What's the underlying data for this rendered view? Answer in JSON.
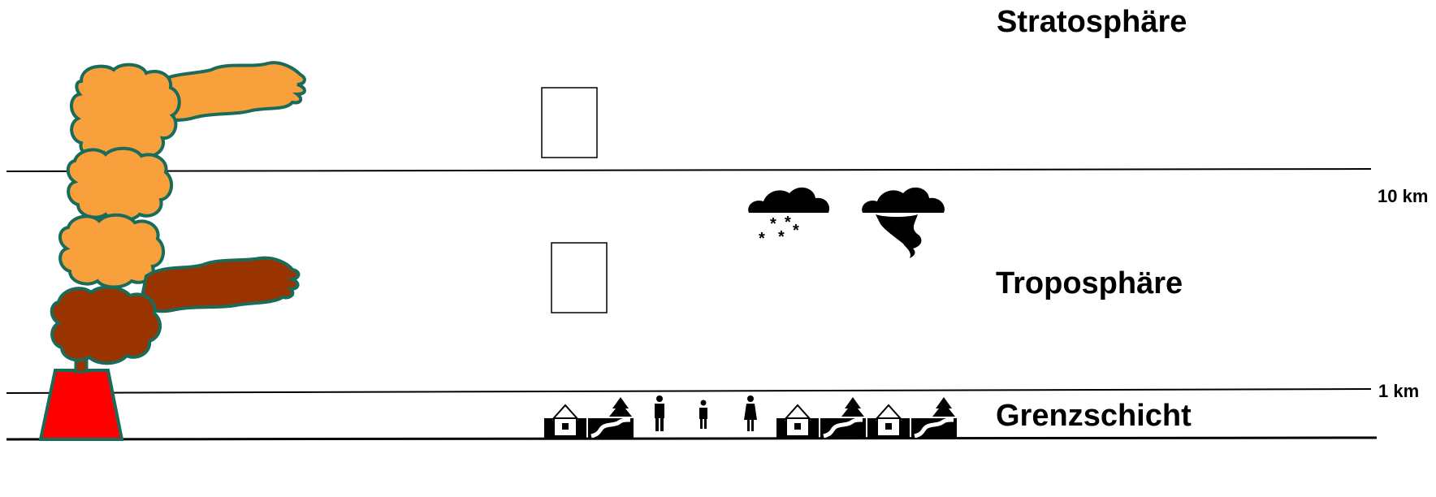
{
  "layers": {
    "stratosphere": "Stratosphäre",
    "troposphere": "Troposphäre",
    "boundary_layer": "Grenzschicht"
  },
  "altitudes": {
    "upper": "10 km",
    "lower": "1 km"
  },
  "colors": {
    "upper_plume": "#f7a03c",
    "lower_plume": "#993300",
    "plume_outline": "#1a6b5a",
    "chimney": "#ff0000",
    "line": "#000000"
  },
  "icons": {
    "weather": [
      "snow-cloud-icon",
      "tornado-cloud-icon"
    ],
    "ground": [
      "house-icon",
      "river-tree-icon",
      "man-icon",
      "child-icon",
      "woman-icon",
      "house-icon",
      "river-tree-icon",
      "house-icon",
      "river-tree-icon"
    ]
  }
}
